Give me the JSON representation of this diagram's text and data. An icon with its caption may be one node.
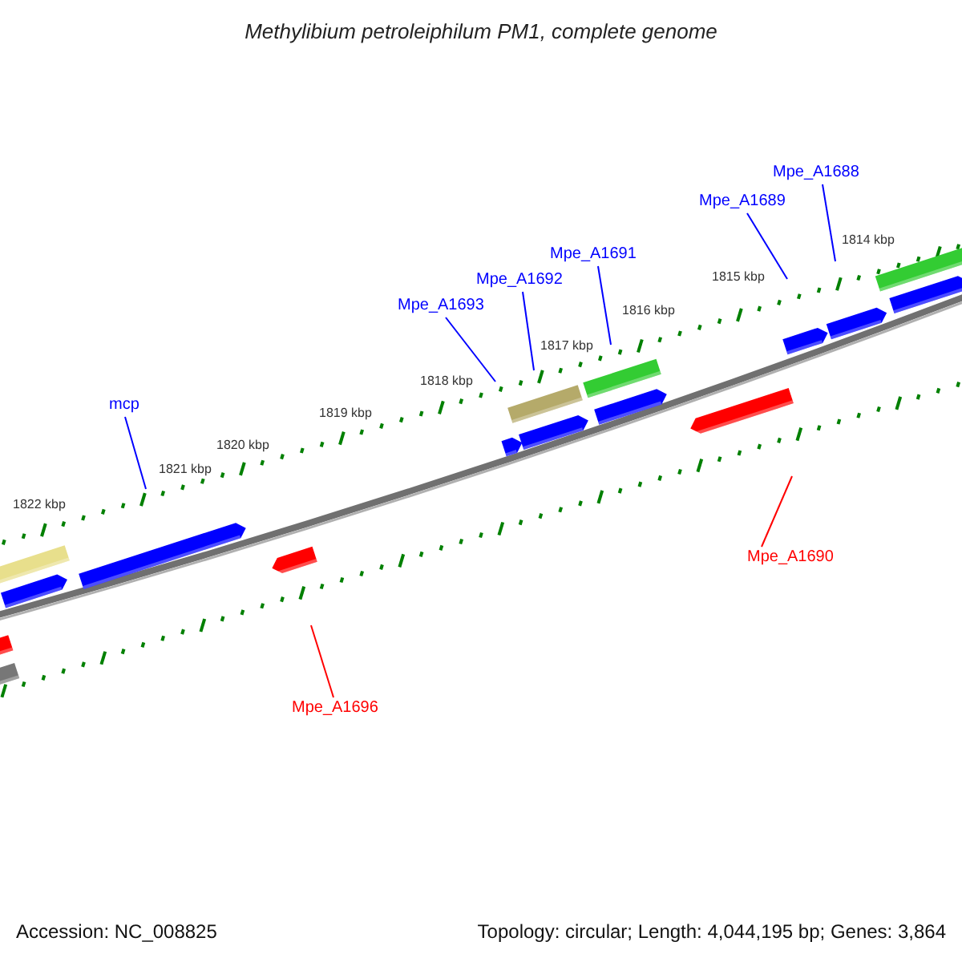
{
  "diagram": {
    "title": "Methylibium petroleiphilum PM1, complete genome",
    "nodes": [
      {
        "text": [
          "Mpe_A1688"
        ]
      },
      {
        "text": [
          "Mpe_A1689"
        ]
      },
      {
        "text": [
          "Mpe_A1691"
        ]
      },
      {
        "text": [
          "Mpe_A1692"
        ]
      },
      {
        "text": [
          "Mpe_A1693"
        ]
      },
      {
        "text": [
          "mcp"
        ]
      },
      {
        "text": [
          "Mpe_A1690"
        ]
      },
      {
        "text": [
          "Mpe_A1696"
        ]
      }
    ],
    "edges": [
      {
        "from": 0,
        "to": null,
        "arrow": "none"
      },
      {
        "from": 1,
        "to": null,
        "arrow": "none"
      },
      {
        "from": 2,
        "to": null,
        "arrow": "none"
      },
      {
        "from": 3,
        "to": null,
        "arrow": "none"
      },
      {
        "from": 4,
        "to": null,
        "arrow": "none"
      },
      {
        "from": 5,
        "to": null,
        "arrow": "none"
      },
      {
        "from": 6,
        "to": null,
        "arrow": "none",
        "color": "#ff0000"
      },
      {
        "from": 7,
        "to": null,
        "arrow": "none",
        "color": "#ff0000"
      }
    ],
    "labels": [
      "1814 kbp",
      "1815 kbp",
      "1816 kbp",
      "1817 kbp",
      "1818 kbp",
      "1819 kbp",
      "1820 kbp",
      "1821 kbp",
      "1822 kbp",
      "Accession: NC_008825",
      "Topology: circular; Length: 4,044,195 bp; Genes: 3,864"
    ]
  }
}
